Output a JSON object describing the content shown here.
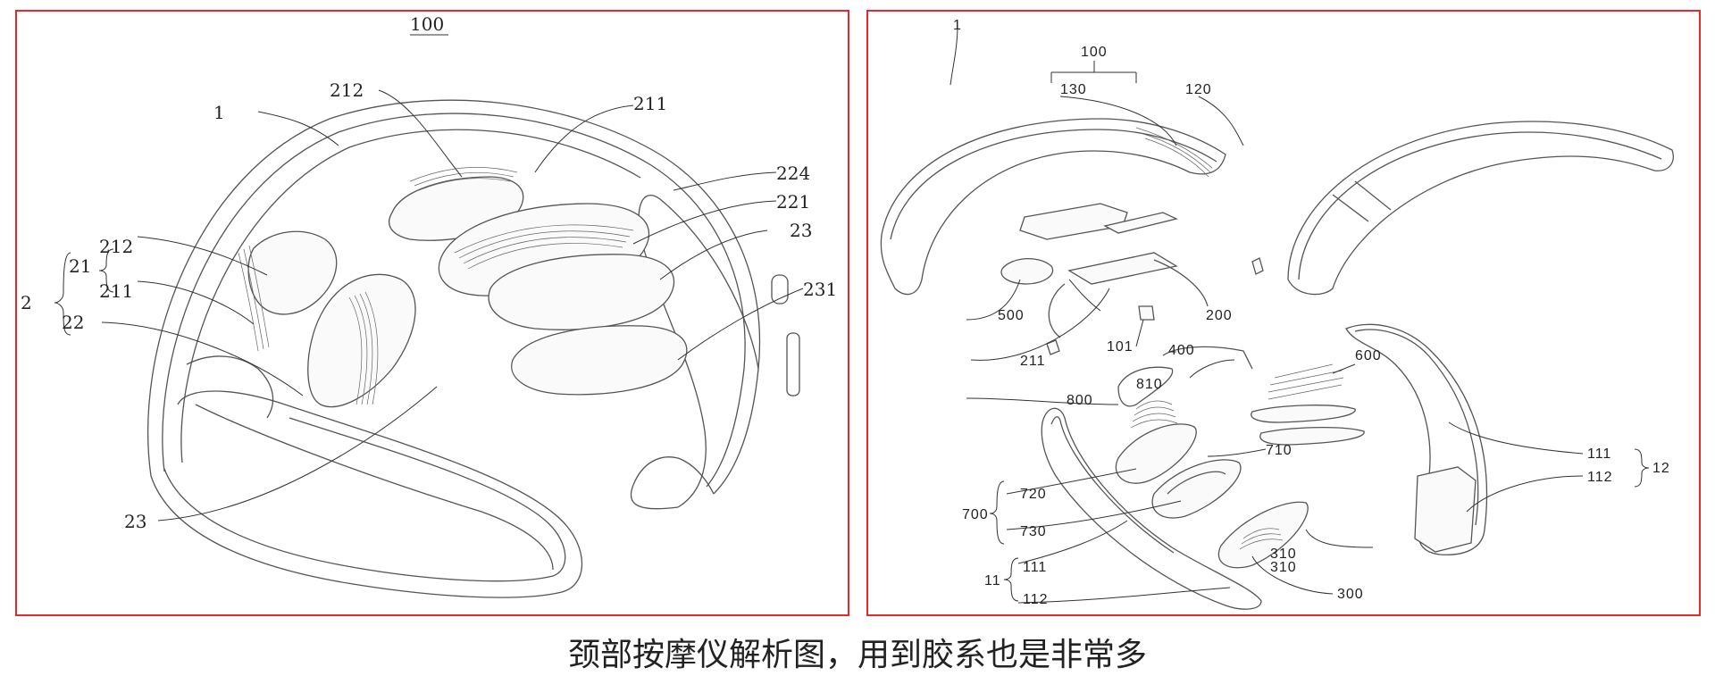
{
  "left_figure": {
    "title": "100",
    "labels": [
      "1",
      "212",
      "211",
      "224",
      "221",
      "23",
      "231",
      "21",
      "212",
      "211",
      "2",
      "22",
      "23"
    ]
  },
  "right_figure": {
    "labels": [
      "1",
      "100",
      "130",
      "120",
      "500",
      "200",
      "211",
      "101",
      "400",
      "600",
      "800",
      "810",
      "710",
      "720",
      "700",
      "730",
      "111",
      "12",
      "112",
      "11",
      "111",
      "112",
      "310",
      "310",
      "300"
    ]
  },
  "caption": "颈部按摩仪解析图，用到胶系也是非常多"
}
